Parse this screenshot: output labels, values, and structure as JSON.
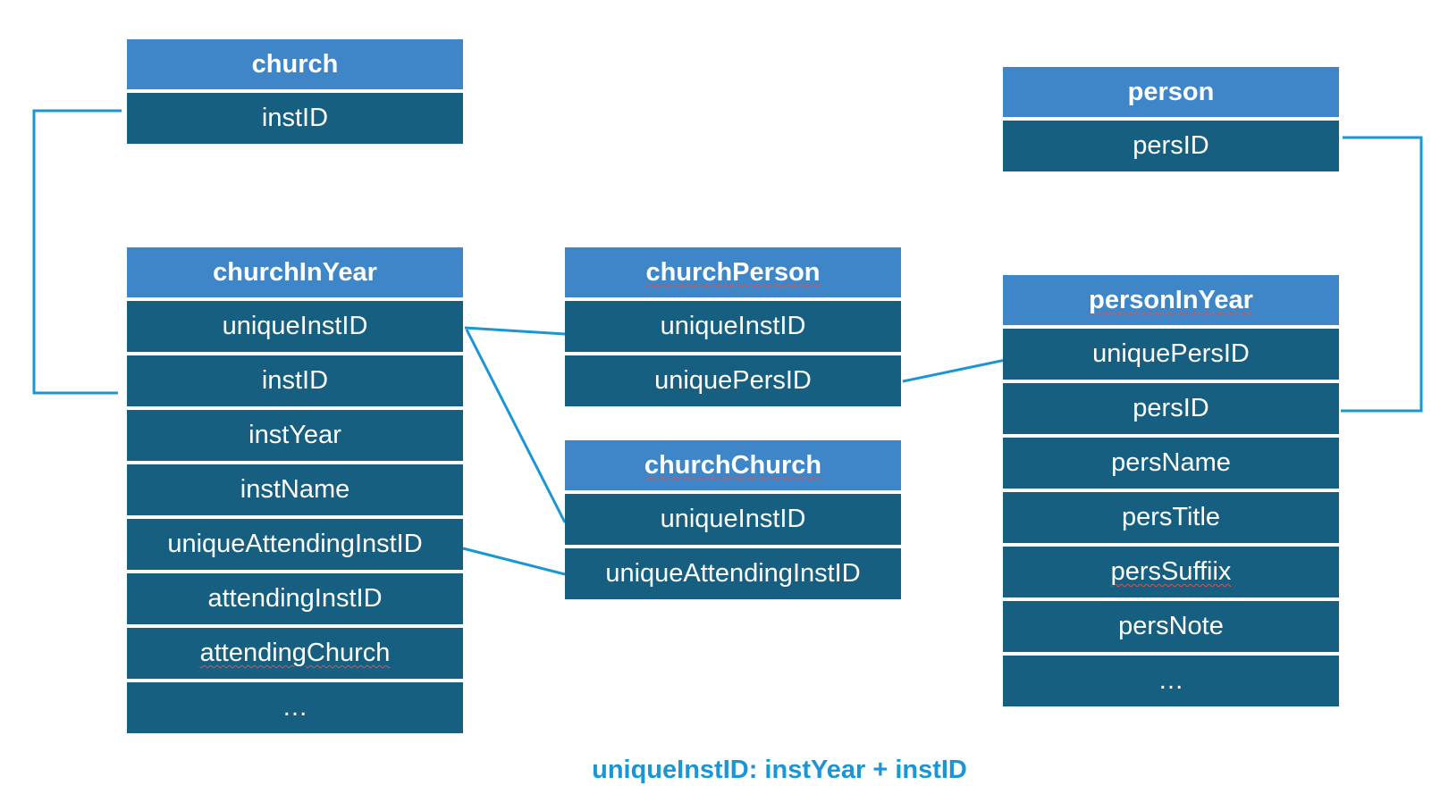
{
  "colors": {
    "header_bg": "#3f86c9",
    "field_bg": "#175f80",
    "connector": "#1a96d4",
    "footnote": "#1a96d4"
  },
  "entities": {
    "church": {
      "title": "church",
      "fields": [
        "instID"
      ]
    },
    "churchInYear": {
      "title": "churchInYear",
      "fields": [
        "uniqueInstID",
        "instID",
        "instYear",
        "instName",
        "uniqueAttendingInstID",
        "attendingInstID",
        "attendingChurch",
        "…"
      ]
    },
    "churchPerson": {
      "title": "churchPerson",
      "fields": [
        "uniqueInstID",
        "uniquePersID"
      ]
    },
    "churchChurch": {
      "title": "churchChurch",
      "fields": [
        "uniqueInstID",
        "uniqueAttendingInstID"
      ]
    },
    "person": {
      "title": "person",
      "fields": [
        "persID"
      ]
    },
    "personInYear": {
      "title": "personInYear",
      "fields": [
        "uniquePersID",
        "persID",
        "persName",
        "persTitle",
        "persSuffiix",
        "persNote",
        "…"
      ]
    }
  },
  "footnote": "uniqueInstID: instYear + instID"
}
